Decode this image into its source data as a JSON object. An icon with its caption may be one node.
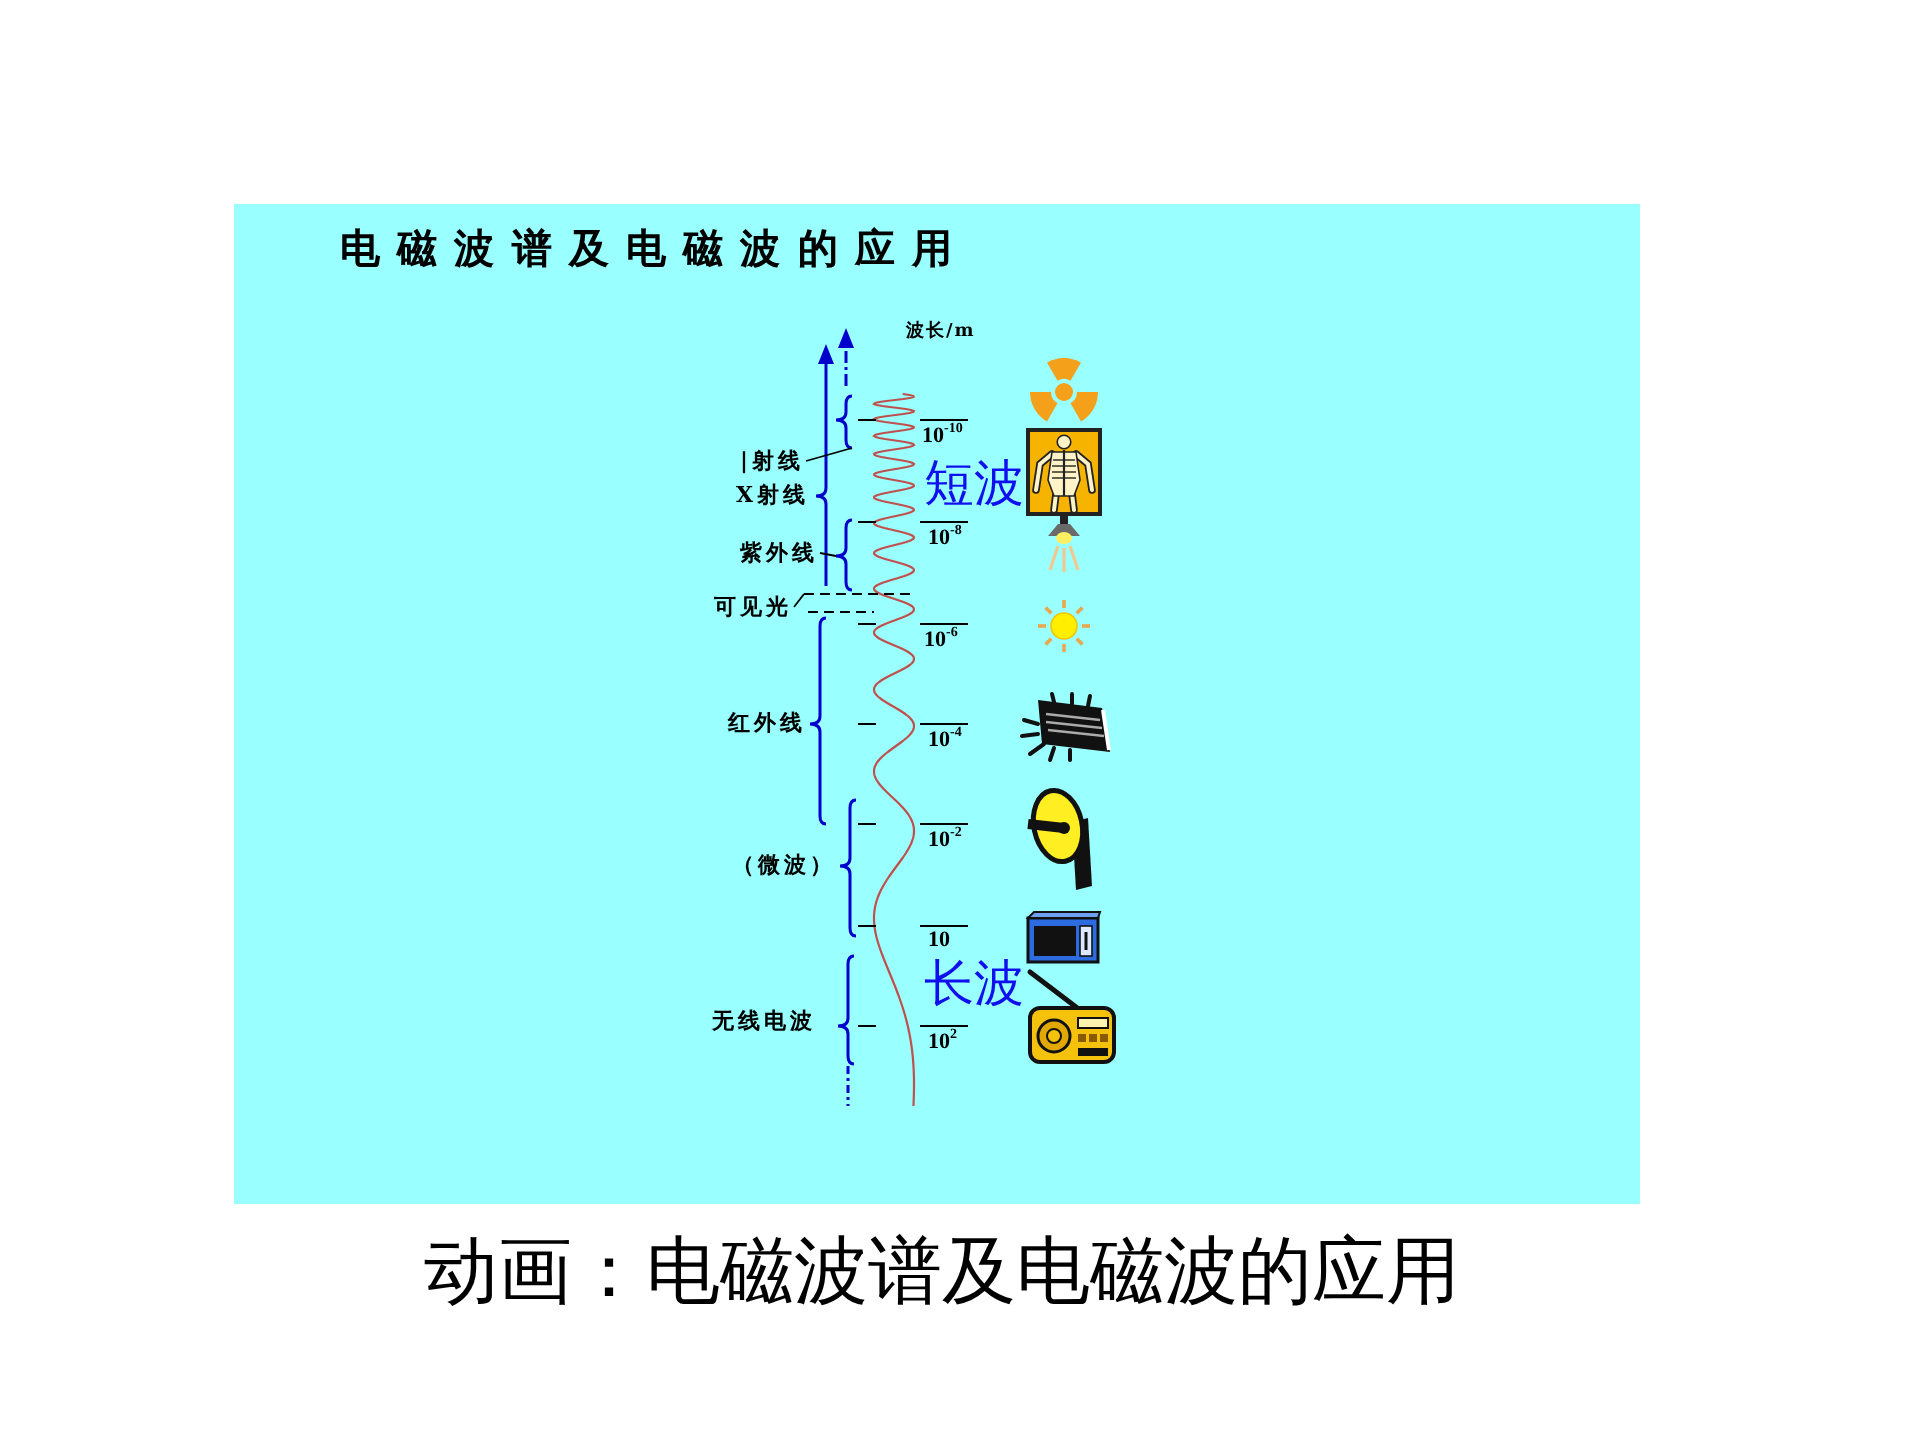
{
  "diagram": {
    "title": "电磁波谱及电磁波的应用",
    "caption": "动画：电磁波谱及电磁波的应用",
    "nodes": [
      {
        "text": [
          "|射线"
        ]
      },
      {
        "text": [],
        "shape": "brace"
      },
      {
        "text": [
          "紫外线"
        ]
      },
      {
        "text": [],
        "shape": "brace"
      },
      {
        "text": [
          "可见光"
        ]
      },
      {
        "text": [],
        "shape": "band"
      }
    ],
    "edges": [
      {
        "from": 0,
        "to": 1,
        "arrow": "none"
      },
      {
        "from": 2,
        "to": 3,
        "arrow": "none"
      },
      {
        "from": 4,
        "to": 5,
        "arrow": "none"
      }
    ],
    "labels": [
      "波长/m",
      "10$^{-10}$",
      "短波",
      "X射线",
      "10$^{-8}$",
      "10$^{-6}$",
      "红外线",
      "10$^{-4}$",
      "10$^{-2}$",
      "（微波）",
      "10",
      "长波",
      "无线电波",
      "10$^{2}$"
    ]
  }
}
